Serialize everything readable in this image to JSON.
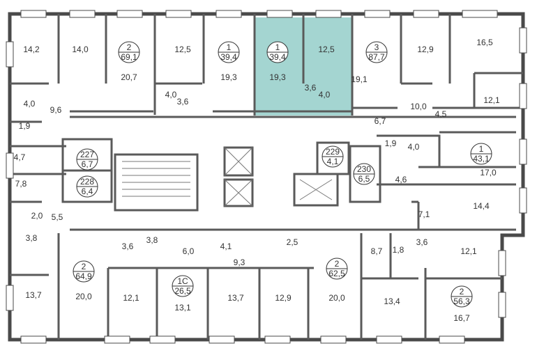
{
  "colors": {
    "highlight": "#a4d5d1",
    "wall": "#4a4a4a"
  },
  "apartments": [
    {
      "id": "apt-2-top",
      "rooms": "2",
      "area": "69,1"
    },
    {
      "id": "apt-1-top-a",
      "rooms": "1",
      "area": "39,4"
    },
    {
      "id": "apt-1-selected",
      "rooms": "1",
      "area": "39,4",
      "selected": true
    },
    {
      "id": "apt-3-top",
      "rooms": "3",
      "area": "87,7"
    },
    {
      "id": "apt-1-right",
      "rooms": "1",
      "area": "43,1"
    },
    {
      "id": "apt-2-bottom-left",
      "rooms": "2",
      "area": "64,9"
    },
    {
      "id": "apt-1c-bottom",
      "rooms": "1C",
      "area": "26,5"
    },
    {
      "id": "apt-2-bottom-mid",
      "rooms": "2",
      "area": "62,5"
    },
    {
      "id": "apt-2-bottom-right",
      "rooms": "2",
      "area": "56,3"
    },
    {
      "id": "storage-227",
      "rooms": "227",
      "area": "6,7"
    },
    {
      "id": "storage-228",
      "rooms": "228",
      "area": "6,4"
    },
    {
      "id": "storage-229",
      "rooms": "229",
      "area": "4,1"
    },
    {
      "id": "storage-230",
      "rooms": "230",
      "area": "6,5"
    }
  ],
  "room_areas": [
    "14,2",
    "14,0",
    "20,7",
    "12,5",
    "19,3",
    "19,3",
    "12,5",
    "3,6",
    "4,0",
    "19,1",
    "12,9",
    "16,5",
    "4,0",
    "3,6",
    "9,6",
    "4,0",
    "1,9",
    "10,0",
    "4,5",
    "12,1",
    "6,7",
    "4,7",
    "1,9",
    "4,0",
    "17,0",
    "7,8",
    "4,6",
    "14,4",
    "2,0",
    "5,5",
    "7,1",
    "3,8",
    "3,6",
    "3,8",
    "6,0",
    "4,1",
    "9,3",
    "2,5",
    "8,7",
    "1,8",
    "3,6",
    "12,1",
    "13,7",
    "20,0",
    "12,1",
    "13,1",
    "13,7",
    "12,9",
    "20,0",
    "13,4",
    "16,7"
  ]
}
